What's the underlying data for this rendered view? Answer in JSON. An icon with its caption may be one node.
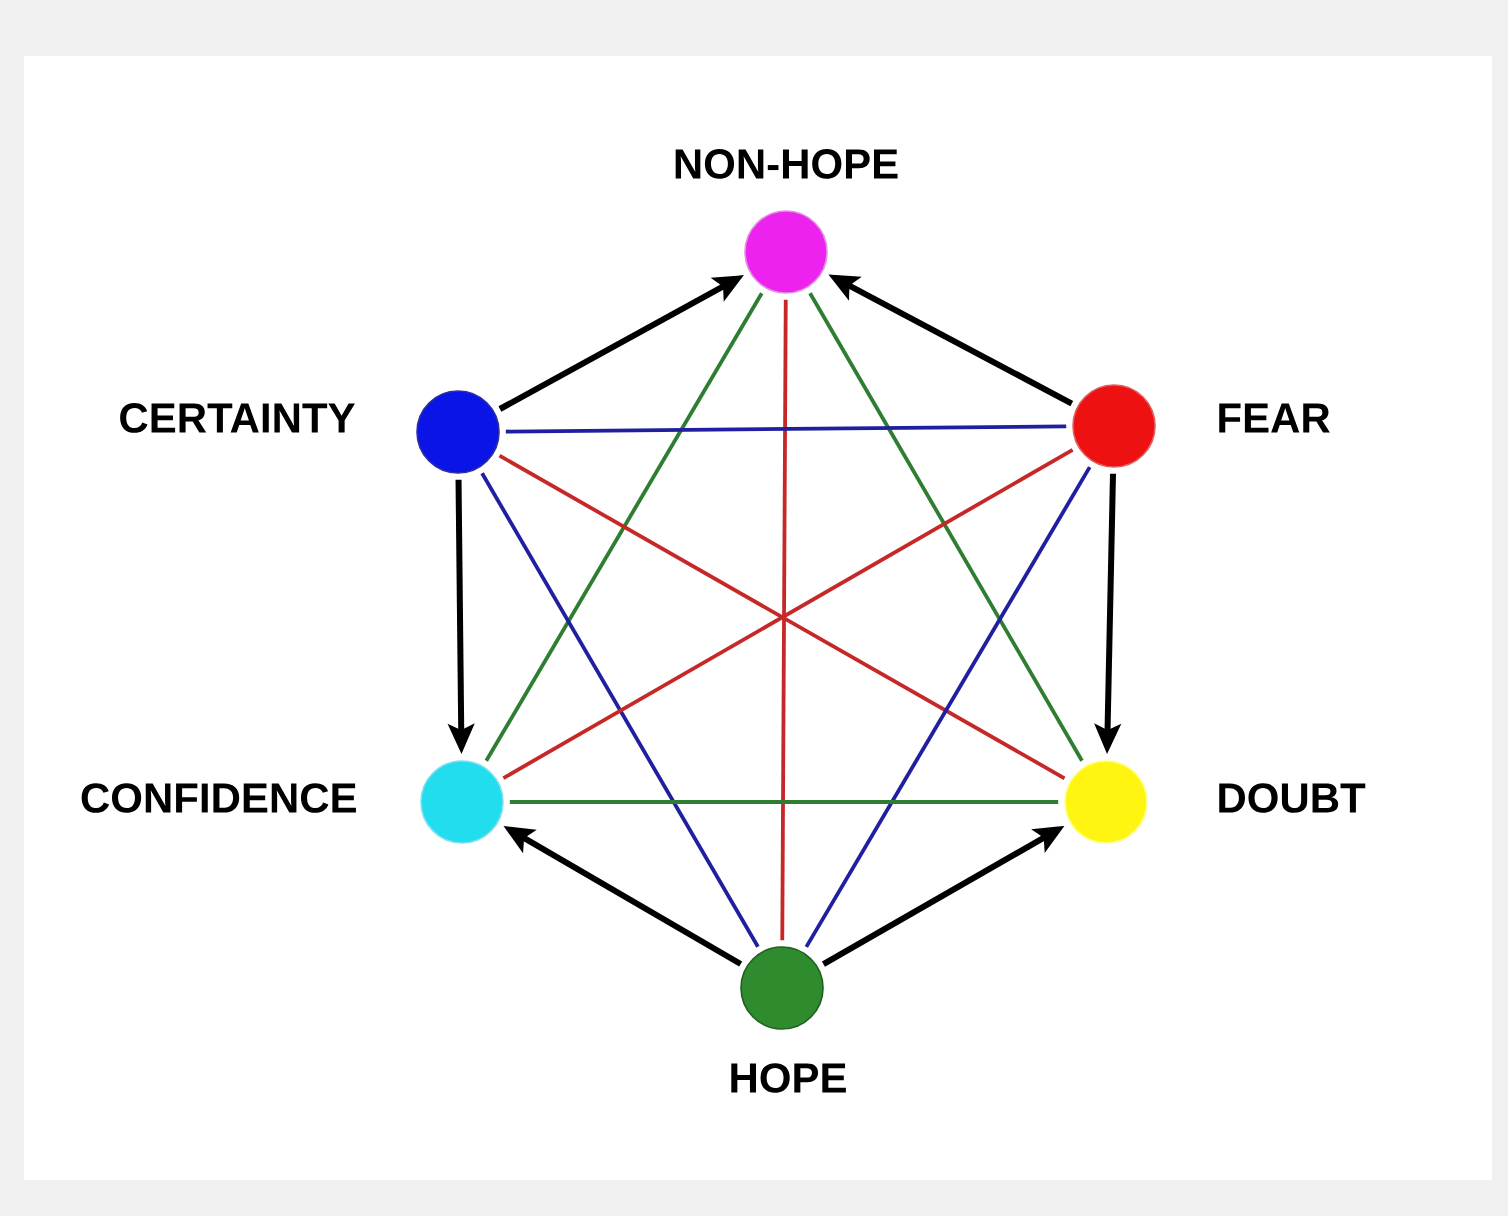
{
  "diagram": {
    "nodes": [
      {
        "text": [
          "NON-HOPE"
        ]
      },
      {
        "text": [
          "CERTAINTY"
        ]
      },
      {
        "text": [
          "FEAR"
        ]
      },
      {
        "text": [
          "CONFIDENCE"
        ]
      },
      {
        "text": [
          "DOUBT"
        ]
      },
      {
        "text": [
          "HOPE"
        ]
      }
    ],
    "edges": [
      {
        "from": 1,
        "to": 0,
        "arrow": "to"
      },
      {
        "from": 2,
        "to": 0,
        "arrow": "to"
      },
      {
        "from": 1,
        "to": 3,
        "arrow": "to"
      },
      {
        "from": 2,
        "to": 4,
        "arrow": "to"
      },
      {
        "from": 5,
        "to": 3,
        "arrow": "to"
      },
      {
        "from": 5,
        "to": 4,
        "arrow": "to"
      },
      {
        "from": 0,
        "to": 3,
        "arrow": "none",
        "color": "#2e7d32"
      },
      {
        "from": 0,
        "to": 4,
        "arrow": "none",
        "color": "#2e7d32"
      },
      {
        "from": 0,
        "to": 5,
        "arrow": "none",
        "color": "#c62828"
      },
      {
        "from": 1,
        "to": 2,
        "arrow": "none",
        "color": "#1f1fa0"
      },
      {
        "from": 1,
        "to": 4,
        "arrow": "none",
        "color": "#c62828"
      },
      {
        "from": 1,
        "to": 5,
        "arrow": "none",
        "color": "#1f1fa0"
      },
      {
        "from": 2,
        "to": 3,
        "arrow": "none",
        "color": "#c62828"
      },
      {
        "from": 2,
        "to": 5,
        "arrow": "none",
        "color": "#1f1fa0"
      },
      {
        "from": 3,
        "to": 4,
        "arrow": "none",
        "color": "#2e7d32"
      }
    ]
  }
}
